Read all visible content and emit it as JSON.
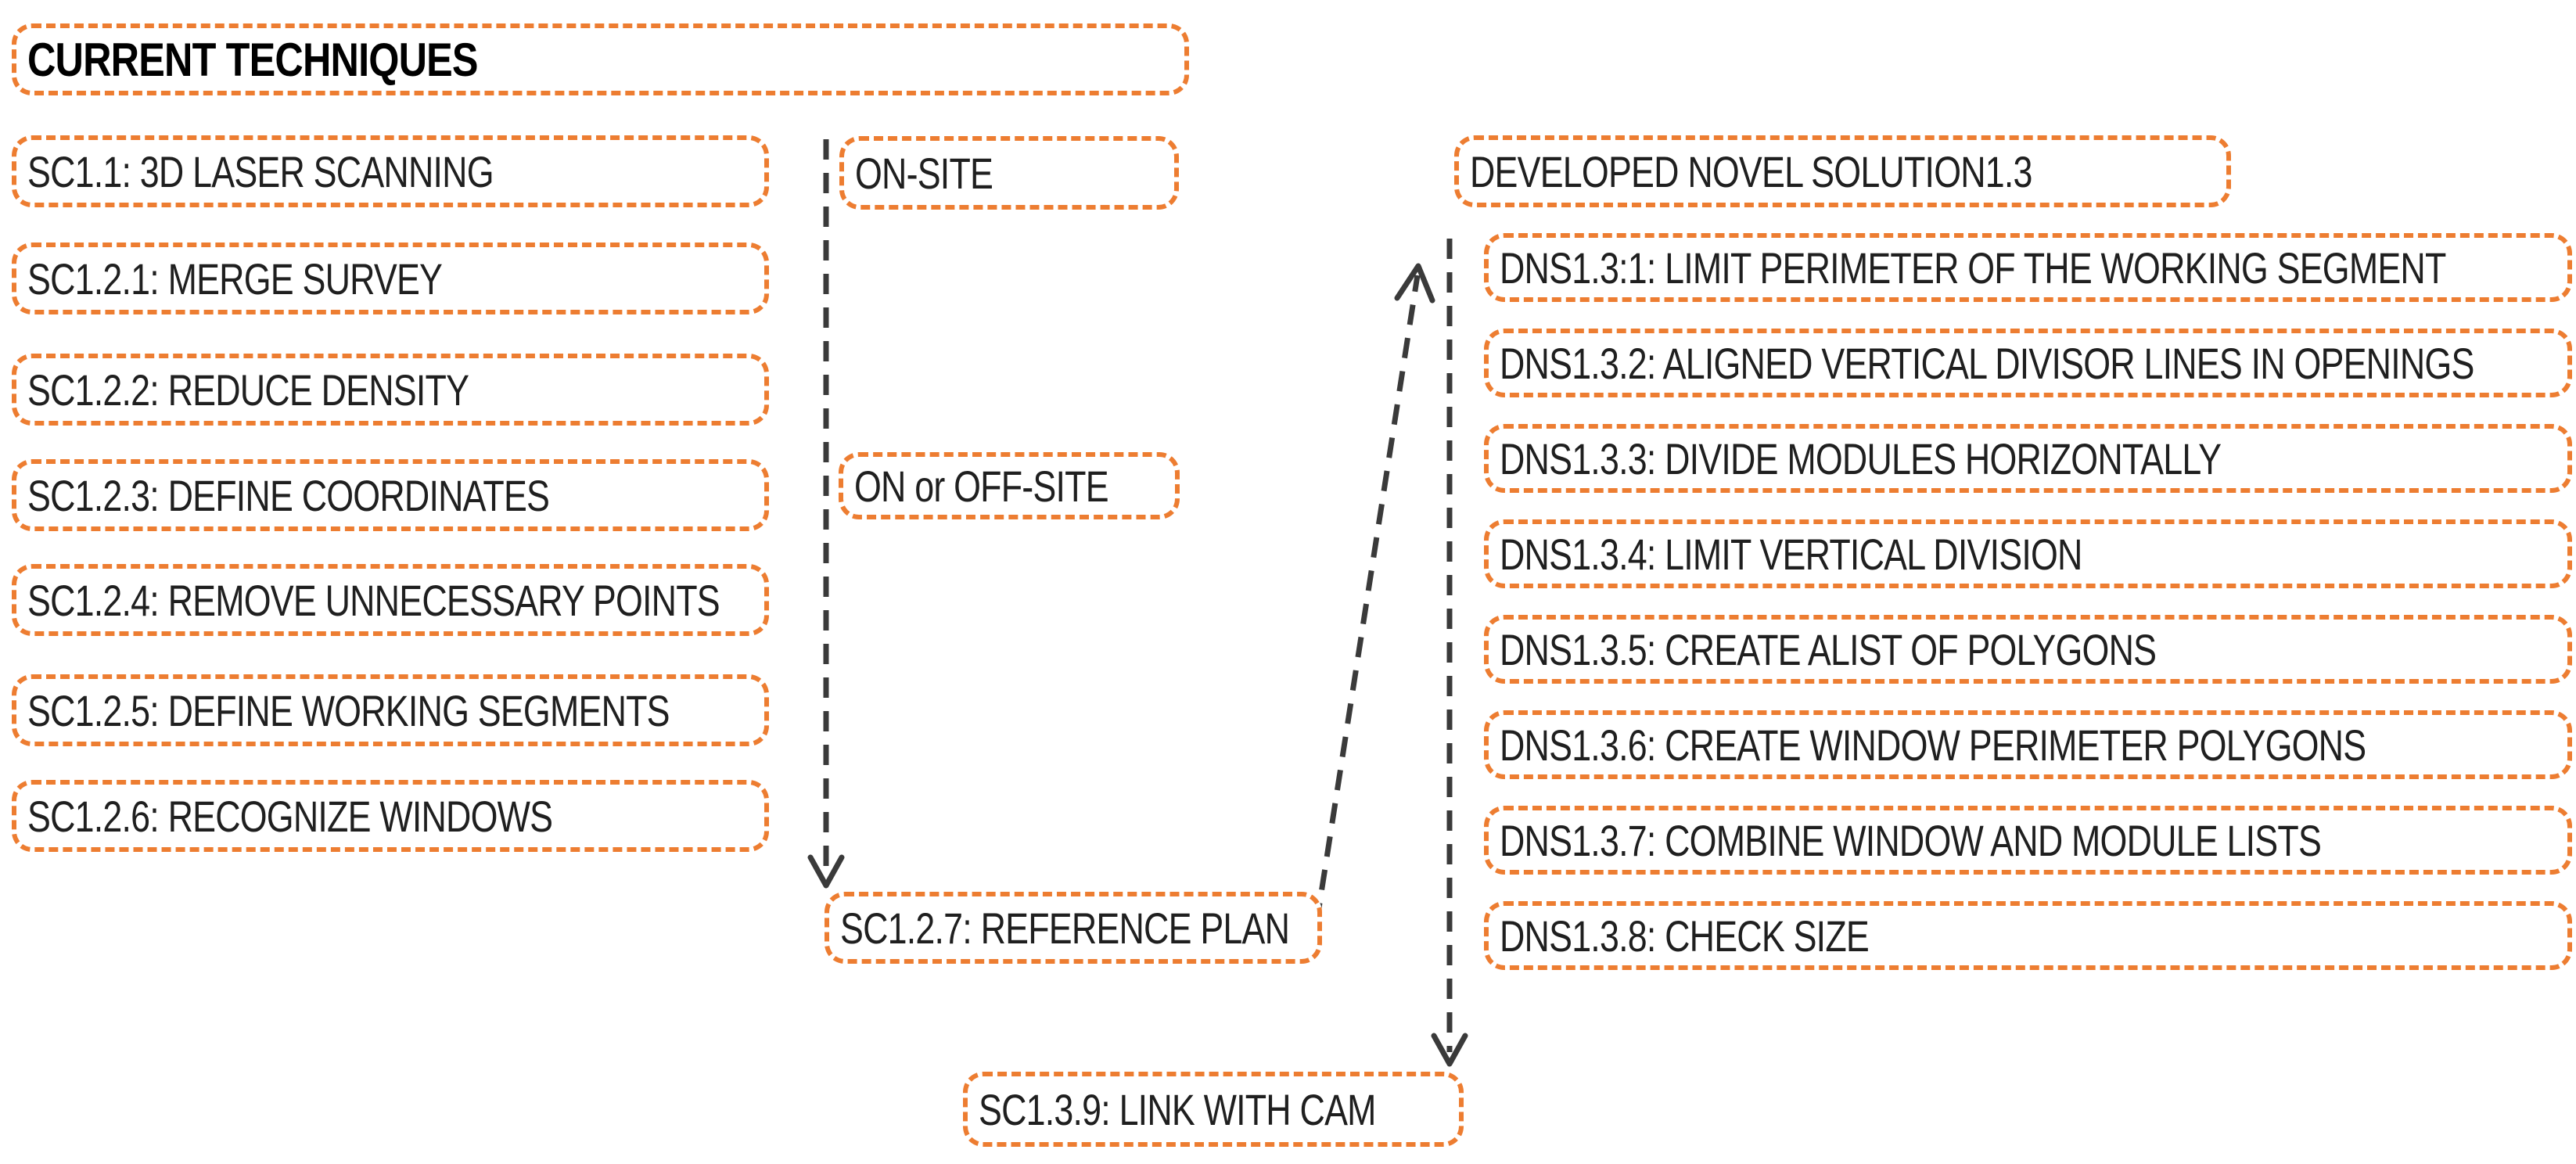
{
  "title": "CURRENT TECHNIQUES",
  "left_column": {
    "items": [
      "SC1.1: 3D LASER SCANNING",
      "SC1.2.1: MERGE SURVEY",
      "SC1.2.2: REDUCE DENSITY",
      "SC1.2.3: DEFINE COORDINATES",
      "SC1.2.4: REMOVE UNNECESSARY POINTS",
      "SC1.2.5: DEFINE WORKING SEGMENTS",
      "SC1.2.6: RECOGNIZE WINDOWS"
    ]
  },
  "middle_column": {
    "on_site": "ON-SITE",
    "on_or_off_site": "ON or OFF-SITE",
    "reference_plan": "SC1.2.7: REFERENCE PLAN",
    "link_with_cam": "SC1.3.9: LINK WITH CAM"
  },
  "right_column": {
    "header": "DEVELOPED NOVEL SOLUTION1.3",
    "items": [
      "DNS1.3:1: LIMIT PERIMETER OF THE WORKING SEGMENT",
      "DNS1.3.2: ALIGNED VERTICAL DIVISOR LINES IN OPENINGS",
      "DNS1.3.3: DIVIDE MODULES HORIZONTALLY",
      "DNS1.3.4: LIMIT VERTICAL DIVISION",
      "DNS1.3.5: CREATE ALIST OF POLYGONS",
      "DNS1.3.6: CREATE WINDOW PERIMETER POLYGONS",
      "DNS1.3.7: COMBINE WINDOW AND MODULE LISTS",
      "DNS1.3.8: CHECK SIZE"
    ]
  },
  "colors": {
    "box_border": "#ED7D31",
    "arrow": "#3a3a3a",
    "text": "#1f1f1f",
    "background": "#ffffff"
  }
}
